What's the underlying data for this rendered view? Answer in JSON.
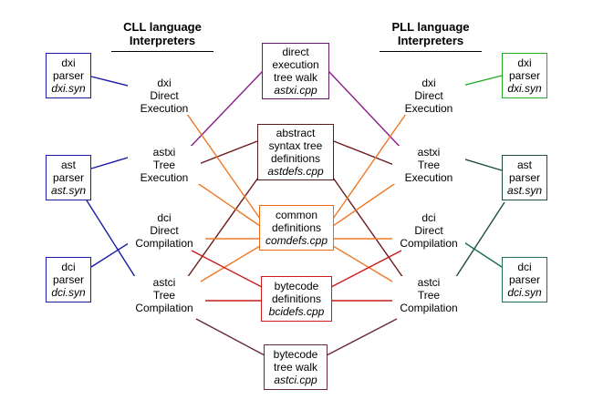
{
  "headings": {
    "cll": [
      "CLL  language",
      "Interpreters"
    ],
    "pll": [
      "PLL  language",
      "Interpreters"
    ]
  },
  "parsers_left": [
    {
      "lines": [
        "dxi",
        "parser"
      ],
      "file": "dxi.syn",
      "color": "#1a1aa8"
    },
    {
      "lines": [
        "ast",
        "parser"
      ],
      "file": "ast.syn",
      "color": "#1a1aa8"
    },
    {
      "lines": [
        "dci",
        "parser"
      ],
      "file": "dci.syn",
      "color": "#1a1aa8"
    }
  ],
  "parsers_right": [
    {
      "lines": [
        "dxi",
        "parser"
      ],
      "file": "dxi.syn",
      "color": "#22aa22"
    },
    {
      "lines": [
        "ast",
        "parser"
      ],
      "file": "ast.syn",
      "color": "#1f4f3f"
    },
    {
      "lines": [
        "dci",
        "parser"
      ],
      "file": "dci.syn",
      "color": "#1f6f4f"
    }
  ],
  "interpreters": [
    {
      "lines": [
        "dxi",
        "Direct",
        "Execution"
      ]
    },
    {
      "lines": [
        "astxi",
        "Tree",
        "Execution"
      ]
    },
    {
      "lines": [
        "dci",
        "Direct",
        "Compilation"
      ]
    },
    {
      "lines": [
        "astci",
        "Tree",
        "Compilation"
      ]
    }
  ],
  "modules": [
    {
      "lines": [
        "direct",
        "execution",
        "tree walk"
      ],
      "file": "astxi.cpp",
      "color": "#6a1a6a"
    },
    {
      "lines": [
        "abstract",
        "syntax tree",
        "definitions"
      ],
      "file": "astdefs.cpp",
      "color": "#5a1a1a"
    },
    {
      "lines": [
        "common",
        "definitions"
      ],
      "file": "comdefs.cpp",
      "color": "#ee6a18"
    },
    {
      "lines": [
        "bytecode",
        "definitions"
      ],
      "file": "bcidefs.cpp",
      "color": "#cc1a1a"
    },
    {
      "lines": [
        "bytecode",
        "tree walk"
      ],
      "file": "astci.cpp",
      "color": "#6a2a3a"
    }
  ],
  "colors": {
    "dxi_exec": "#8a1a8a",
    "astxi_exec": "#6a1a1a",
    "common": "#ee7a28",
    "bytecode": "#cc1a1a",
    "astci_walk": "#6a2a3a",
    "left_parser": "#1a1aa8",
    "right_dxi": "#22aa22",
    "right_ast": "#1f4f3f",
    "right_dci": "#1f6f4f"
  }
}
